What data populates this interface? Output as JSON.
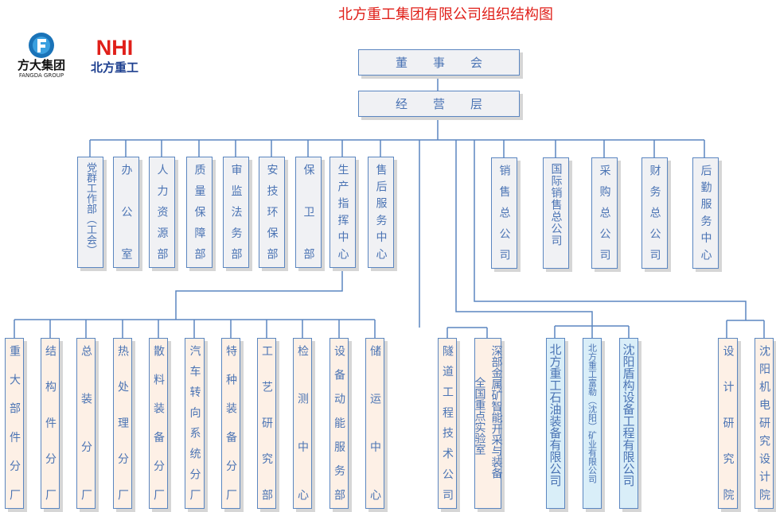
{
  "title": "北方重工集团有限公司组织结构图",
  "logos": {
    "fangda_cn": "方大集团",
    "fangda_en": "FANGDA GROUP",
    "nhi": "NHI",
    "nhi_cn": "北方重工"
  },
  "top": {
    "board": [
      "董",
      "事",
      "会"
    ],
    "management": [
      "经",
      "营",
      "层"
    ]
  },
  "departments": [
    "党群工作部（工会）",
    "办公室",
    "人力资源部",
    "质量保障部",
    "审监法务部",
    "安技环保部",
    "保卫部",
    "生产指挥中心",
    "售后服务中心"
  ],
  "companies": [
    "销售总公司",
    "国际销售总公司",
    "采购总公司",
    "财务总公司",
    "后勤服务中心"
  ],
  "production_units": [
    "重大部件分厂",
    "结构件分厂",
    "总装分厂",
    "热处理分厂",
    "散料装备分厂",
    "汽车转向系统分厂",
    "特种装备分厂",
    "工艺研究部",
    "检测中心",
    "设备动能服务部",
    "储运中心"
  ],
  "tech": {
    "tunnel": "隧道工程技术公司",
    "lab_col1": "深部金属矿智能开采与装备",
    "lab_col2": "全国重点实验室"
  },
  "subsidiaries": [
    "北方重工石油装备有限公司",
    "北方重工富勒（沈阳）矿业有限公司",
    "沈阳盾构设备工程有限公司"
  ],
  "institutes": [
    "设计研究院",
    "沈阳机电研究设计院"
  ],
  "colors": {
    "title": "#e0201a",
    "line": "#5b86c0",
    "text": "#4b74b4",
    "grey": "#f0f1f4",
    "peach": "#fdf0e6",
    "blue": "#d9eef8"
  }
}
